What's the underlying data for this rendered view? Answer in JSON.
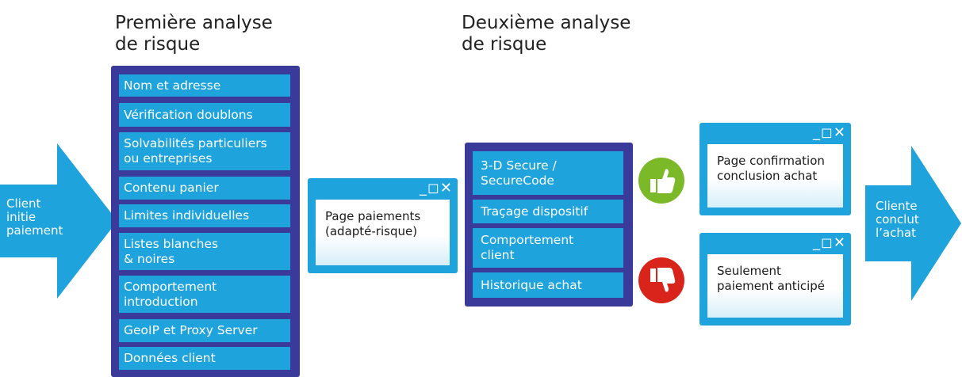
{
  "titles": {
    "first": "Première analyse\nde risque",
    "second": "Deuxième analyse\nde risque"
  },
  "start_arrow": {
    "label": "Client\ninitie\npaiement"
  },
  "end_arrow": {
    "label": "Cliente\nconclut\nl’achat"
  },
  "first_checks": [
    "Nom et adresse",
    "Vérification doublons",
    "Solvabilités particuliers\nou entreprises",
    "Contenu panier",
    "Limites individuelles",
    "Listes blanches\n& noires",
    "Comportement\nintroduction",
    "GeoIP et Proxy Server",
    "Données client"
  ],
  "second_checks": [
    "3-D Secure /\nSecureCode",
    "Traçage dispositif",
    "Comportement\nclient",
    "Historique achat"
  ],
  "payment_window": {
    "controls": "_◻✕",
    "text": "Page paiements\n(adapté-risque)"
  },
  "confirm_window": {
    "controls": "_◻✕",
    "text": "Page confirmation\nconclusion achat"
  },
  "prepay_window": {
    "controls": "_◻✕",
    "text": "Seulement\npaiement anticipé"
  },
  "icons": {
    "approve": "thumbs-up",
    "reject": "thumbs-down"
  },
  "colors": {
    "accent_blue": "#1fa3dc",
    "panel_navy": "#3a3a9a",
    "approve_green": "#7bb928",
    "reject_red": "#d9241c"
  }
}
